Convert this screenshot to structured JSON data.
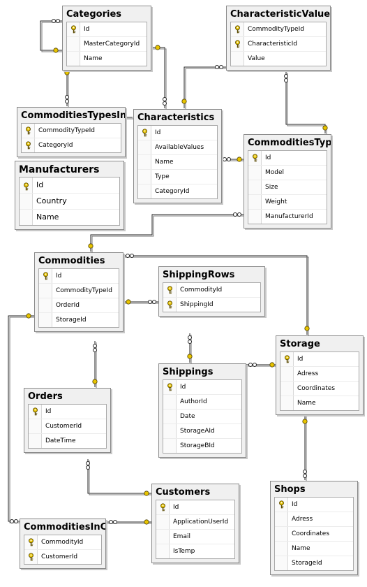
{
  "colors": {
    "key": "#e8c400",
    "line": "#222222"
  },
  "icons": {
    "primary_key": "key-icon"
  },
  "tables": [
    {
      "name": "Categories",
      "fields": [
        {
          "name": "Id",
          "key": true
        },
        {
          "name": "MasterCategoryId",
          "key": false
        },
        {
          "name": "Name",
          "key": false
        }
      ]
    },
    {
      "name": "CharacteristicValues",
      "fields": [
        {
          "name": "CommodityTypeId",
          "key": true
        },
        {
          "name": "CharacteristicId",
          "key": true
        },
        {
          "name": "Value",
          "key": false
        }
      ]
    },
    {
      "name": "CommoditiesTypesInC",
      "fields": [
        {
          "name": "CommodityTypeId",
          "key": true
        },
        {
          "name": "CategoryId",
          "key": true
        }
      ]
    },
    {
      "name": "Characteristics",
      "fields": [
        {
          "name": "Id",
          "key": true
        },
        {
          "name": "AvailableValues",
          "key": false
        },
        {
          "name": "Name",
          "key": false
        },
        {
          "name": "Type",
          "key": false
        },
        {
          "name": "CategoryId",
          "key": false
        }
      ]
    },
    {
      "name": "CommoditiesTypes",
      "fields": [
        {
          "name": "Id",
          "key": true
        },
        {
          "name": "Model",
          "key": false
        },
        {
          "name": "Size",
          "key": false
        },
        {
          "name": "Weight",
          "key": false
        },
        {
          "name": "ManufacturerId",
          "key": false
        }
      ]
    },
    {
      "name": "Manufacturers",
      "fields": [
        {
          "name": "Id",
          "key": true
        },
        {
          "name": "Country",
          "key": false
        },
        {
          "name": "Name",
          "key": false
        }
      ]
    },
    {
      "name": "Commodities",
      "fields": [
        {
          "name": "Id",
          "key": true
        },
        {
          "name": "CommodityTypeId",
          "key": false
        },
        {
          "name": "OrderId",
          "key": false
        },
        {
          "name": "StorageId",
          "key": false
        }
      ]
    },
    {
      "name": "ShippingRows",
      "fields": [
        {
          "name": "CommodityId",
          "key": true
        },
        {
          "name": "ShippingId",
          "key": true
        }
      ]
    },
    {
      "name": "Storage",
      "fields": [
        {
          "name": "Id",
          "key": true
        },
        {
          "name": "Adress",
          "key": false
        },
        {
          "name": "Coordinates",
          "key": false
        },
        {
          "name": "Name",
          "key": false
        }
      ]
    },
    {
      "name": "Shippings",
      "fields": [
        {
          "name": "Id",
          "key": true
        },
        {
          "name": "AuthorId",
          "key": false
        },
        {
          "name": "Date",
          "key": false
        },
        {
          "name": "StorageAId",
          "key": false
        },
        {
          "name": "StorageBId",
          "key": false
        }
      ]
    },
    {
      "name": "Orders",
      "fields": [
        {
          "name": "Id",
          "key": true
        },
        {
          "name": "CustomerId",
          "key": false
        },
        {
          "name": "DateTime",
          "key": false
        }
      ]
    },
    {
      "name": "Customers",
      "fields": [
        {
          "name": "Id",
          "key": true
        },
        {
          "name": "ApplicationUserId",
          "key": false
        },
        {
          "name": "Email",
          "key": false
        },
        {
          "name": "IsTemp",
          "key": false
        }
      ]
    },
    {
      "name": "Shops",
      "fields": [
        {
          "name": "Id",
          "key": true
        },
        {
          "name": "Adress",
          "key": false
        },
        {
          "name": "Coordinates",
          "key": false
        },
        {
          "name": "Name",
          "key": false
        },
        {
          "name": "StorageId",
          "key": false
        }
      ]
    },
    {
      "name": "CommoditiesInCh",
      "fields": [
        {
          "name": "CommodityId",
          "key": true
        },
        {
          "name": "CustomerId",
          "key": true
        }
      ]
    }
  ]
}
